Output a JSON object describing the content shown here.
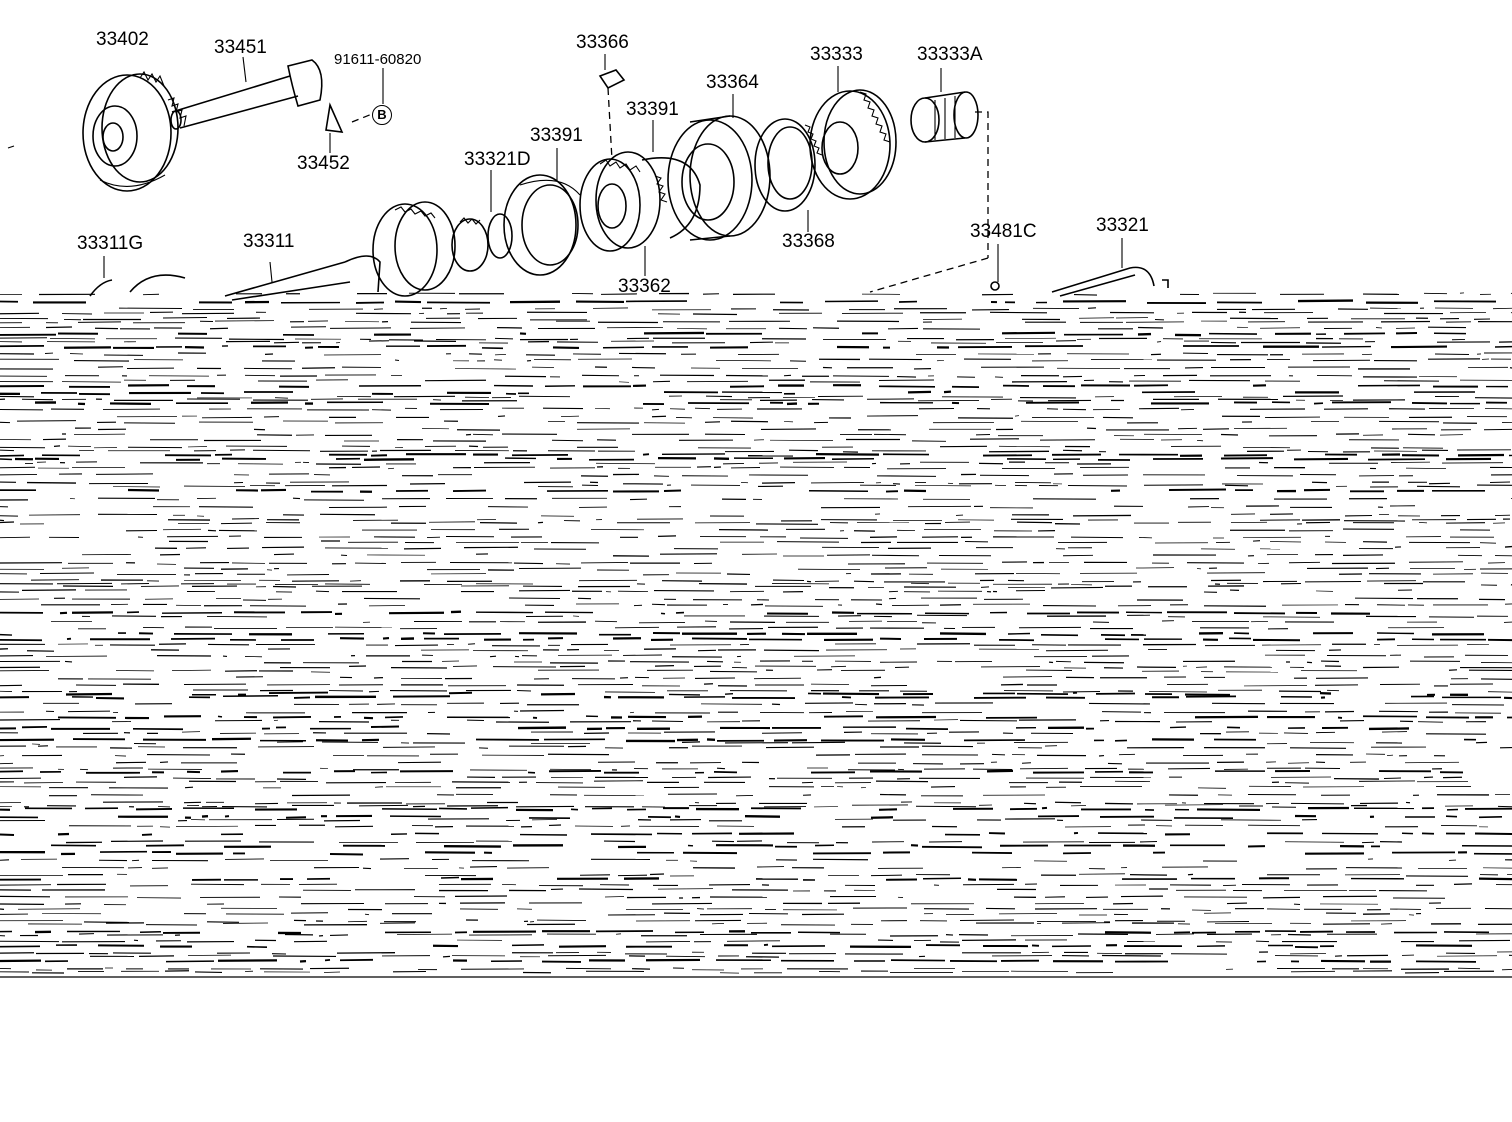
{
  "diagram": {
    "part_labels": {
      "p33402": "33402",
      "p33451": "33451",
      "p91611": "91611-60820",
      "p33452": "33452",
      "callout_b": "B",
      "p33366": "33366",
      "p33364": "33364",
      "p33333": "33333",
      "p33333a": "33333A",
      "p33391a": "33391",
      "p33391b": "33391",
      "p33321d": "33321D",
      "p33368": "33368",
      "p33362": "33362",
      "p33481c": "33481C",
      "p33321": "33321",
      "p33311g": "33311G",
      "p33311": "33311"
    }
  }
}
